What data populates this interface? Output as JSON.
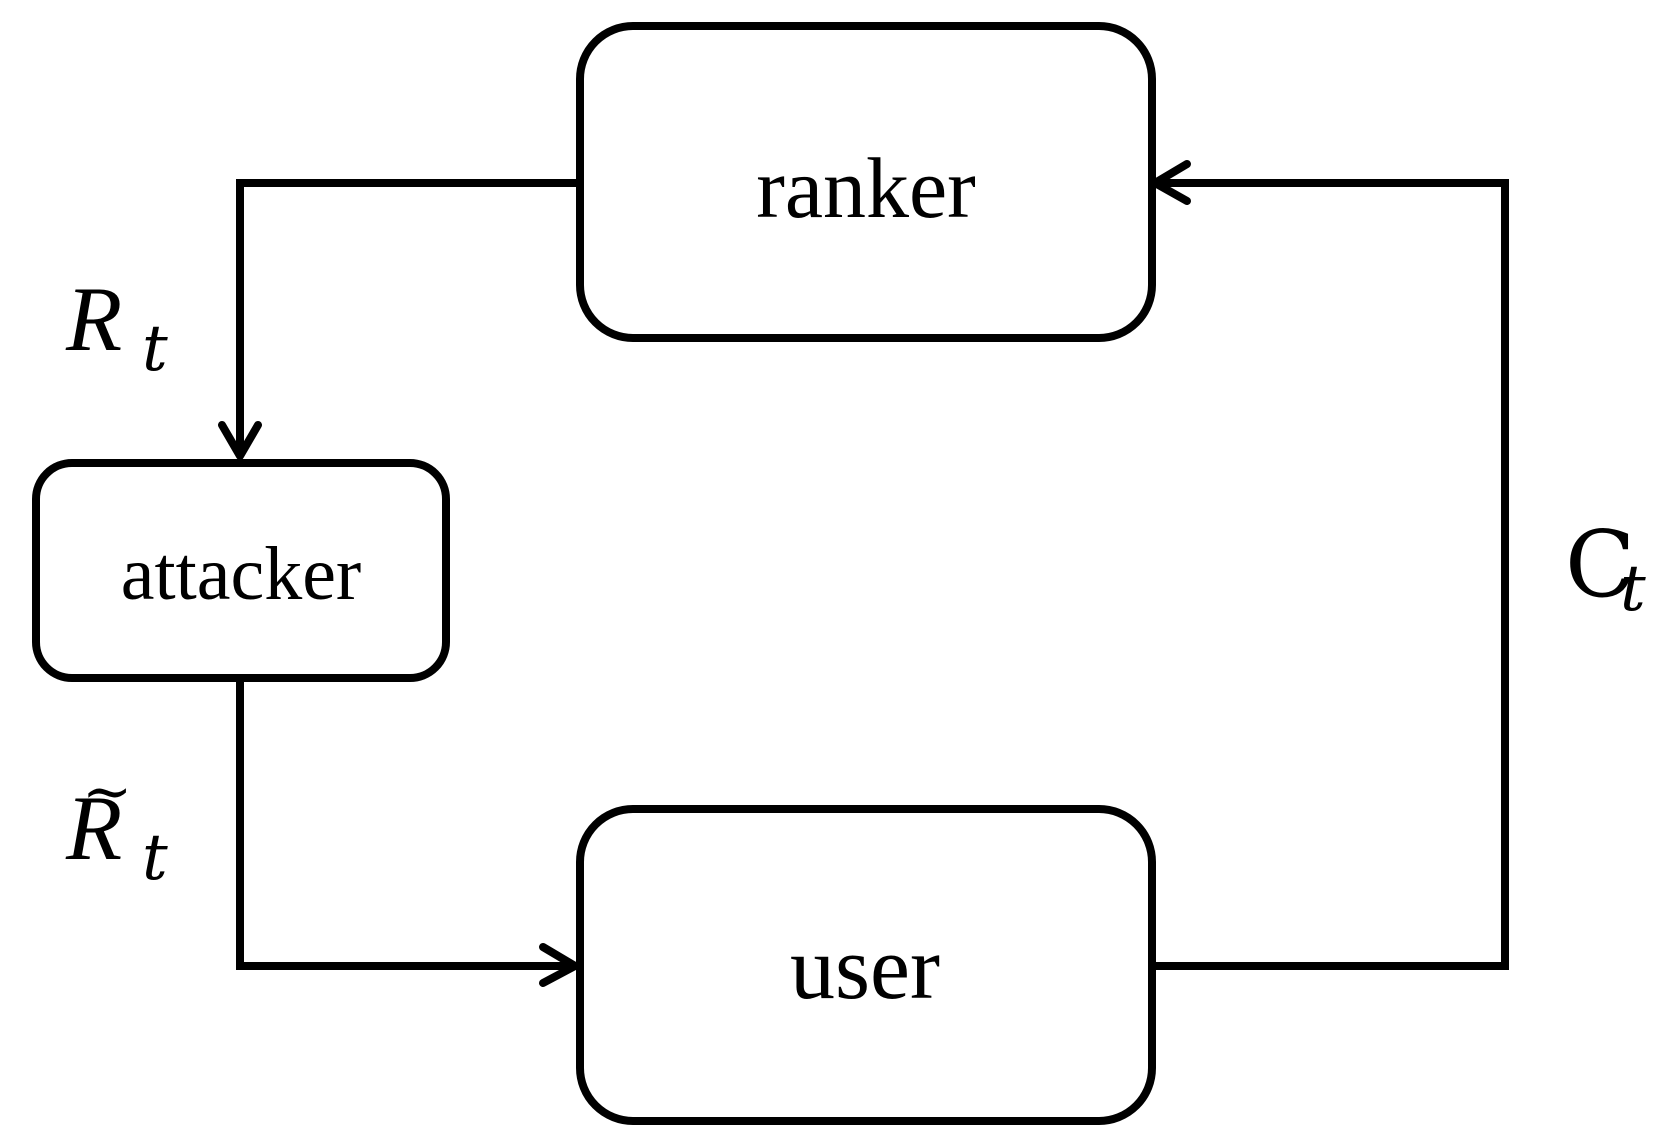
{
  "diagram": {
    "nodes": {
      "ranker": {
        "label": "ranker"
      },
      "attacker": {
        "label": "attacker"
      },
      "user": {
        "label": "user"
      }
    },
    "edges": {
      "ranker_to_attacker": {
        "symbol": "R",
        "subscript": "t"
      },
      "attacker_to_user": {
        "symbol": "R",
        "accent": "~",
        "subscript": "t"
      },
      "user_to_ranker": {
        "symbol": "C",
        "subscript": "t"
      }
    },
    "colors": {
      "stroke": "#000000",
      "background": "#ffffff"
    }
  }
}
